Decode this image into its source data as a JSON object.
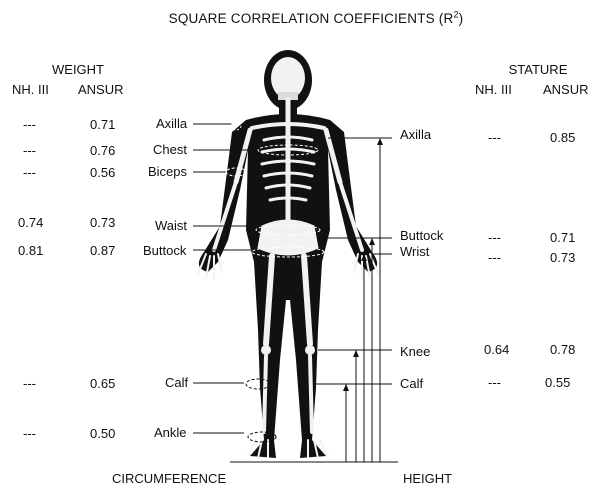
{
  "title": "SQUARE CORRELATION COEFFICIENTS (R",
  "title_sup": "2",
  "title_close": ")",
  "weight": {
    "header": "WEIGHT",
    "col1": "NH. III",
    "col2": "ANSUR",
    "rows": [
      {
        "label": "Axilla",
        "nh": "---",
        "ansur": "0.71"
      },
      {
        "label": "Chest",
        "nh": "---",
        "ansur": "0.76"
      },
      {
        "label": "Biceps",
        "nh": "---",
        "ansur": "0.56"
      },
      {
        "label": "Waist",
        "nh": "0.74",
        "ansur": "0.73"
      },
      {
        "label": "Buttock",
        "nh": "0.81",
        "ansur": "0.87"
      },
      {
        "label": "Calf",
        "nh": "---",
        "ansur": "0.65"
      },
      {
        "label": "Ankle",
        "nh": "---",
        "ansur": "0.50"
      }
    ]
  },
  "stature": {
    "header": "STATURE",
    "col1": "NH. III",
    "col2": "ANSUR",
    "rows": [
      {
        "label": "Axilla",
        "nh": "---",
        "ansur": "0.85"
      },
      {
        "label": "Buttock",
        "nh": "---",
        "ansur": "0.71"
      },
      {
        "label": "Wrist",
        "nh": "---",
        "ansur": "0.73"
      },
      {
        "label": "Knee",
        "nh": "0.64",
        "ansur": "0.78"
      },
      {
        "label": "Calf",
        "nh": "---",
        "ansur": "0.55"
      }
    ]
  },
  "footer": {
    "left": "CIRCUMFERENCE",
    "right": "HEIGHT"
  }
}
